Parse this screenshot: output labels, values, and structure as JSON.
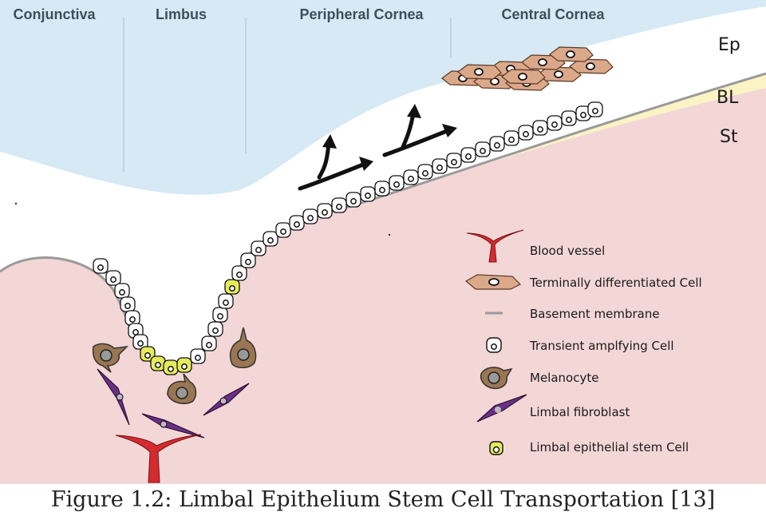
{
  "regions": {
    "conjunctiva": "Conjunctiva",
    "limbus": "Limbus",
    "peripheral_cornea": "Peripheral Cornea",
    "central_cornea": "Central Cornea"
  },
  "layers": {
    "ep": "Ep",
    "bl": "BL",
    "st": "St"
  },
  "legend": [
    {
      "icon": "blood-vessel-icon",
      "label": "Blood vessel"
    },
    {
      "icon": "terminally-differentiated-cell-icon",
      "label": "Terminally differentiated Cell"
    },
    {
      "icon": "basement-membrane-icon",
      "label": "Basement membrane"
    },
    {
      "icon": "transient-amplifying-cell-icon",
      "label": "Transient amplfying Cell"
    },
    {
      "icon": "melanocyte-icon",
      "label": "Melanocyte"
    },
    {
      "icon": "limbal-fibroblast-icon",
      "label": "Limbal fibroblast"
    },
    {
      "icon": "limbal-stem-cell-icon",
      "label": "Limbal epithelial stem Cell"
    }
  ],
  "caption": "Figure 1.2: Limbal Epithelium Stem Cell Transportation [13]",
  "colors": {
    "tear_film": "#d6e9f4",
    "stroma": "#f3d6d6",
    "bowman_layer": "#fbf3c4",
    "membrane": "#9a9a9a",
    "cell_tan": "#dba88a",
    "melanocyte": "#9a7652",
    "fibroblast": "#6b2f86",
    "vessel": "#d42b2f",
    "stem_cell": "#e6ea5c"
  }
}
